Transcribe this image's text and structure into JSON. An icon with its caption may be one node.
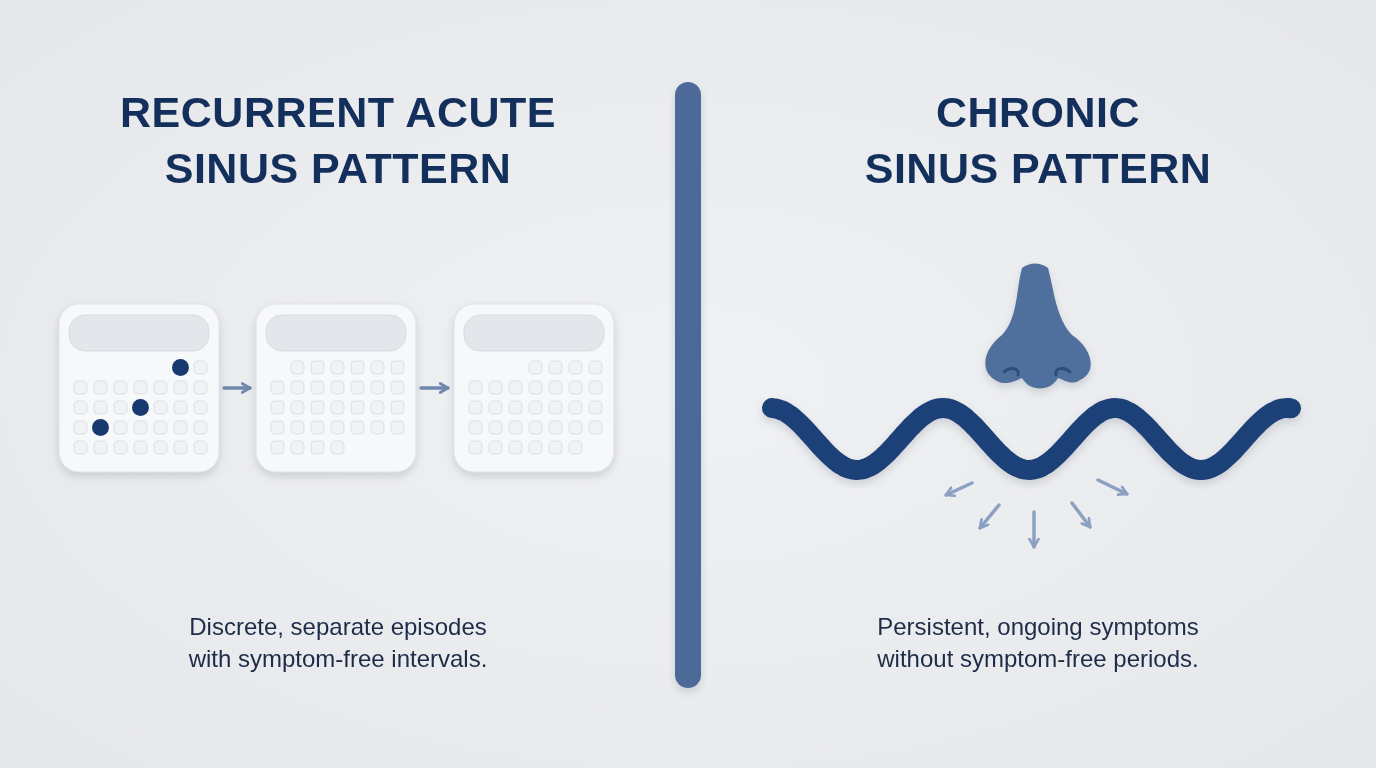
{
  "diagram": {
    "nodes": [
      {
        "text": [],
        "shape": "calendar"
      },
      {
        "text": [],
        "shape": "calendar"
      },
      {
        "text": [],
        "shape": "calendar"
      },
      {
        "text": [],
        "shape": "bar"
      }
    ],
    "edges": [
      {
        "from": 0,
        "to": 1,
        "arrow": "to"
      },
      {
        "from": 1,
        "to": 2,
        "arrow": "to"
      }
    ],
    "labels": [
      "RECURRENT ACUTE SINUS PATTERN",
      "CHRONIC SINUS PATTERN",
      "Discrete, separate episodes with symptom-free intervals.",
      "Persistent, ongoing symptoms without symptom-free periods."
    ]
  }
}
